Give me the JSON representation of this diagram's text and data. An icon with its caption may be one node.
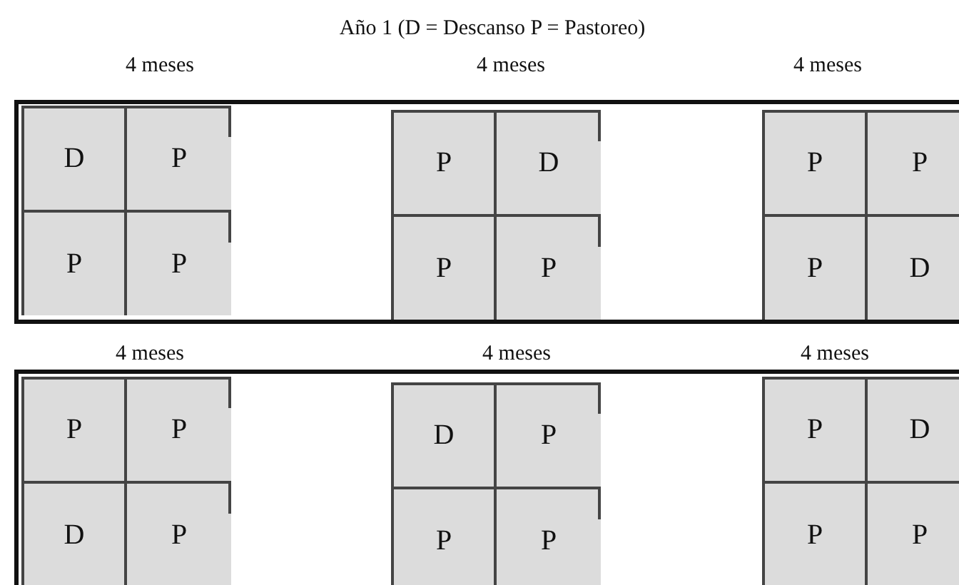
{
  "diagram": {
    "title": "Año 1 (D = Descanso P = Pastoreo)",
    "nodes": [
      {
        "text": [],
        "shape": "box"
      },
      {
        "text": [],
        "shape": "box",
        "in": 0
      },
      {
        "text": [
          "D"
        ],
        "in": 1
      },
      {
        "text": [
          "P"
        ],
        "in": 1
      },
      {
        "text": [
          "P"
        ],
        "in": 1
      },
      {
        "text": [
          "P"
        ],
        "in": 1
      },
      {
        "text": [],
        "shape": "box",
        "in": 0
      },
      {
        "text": [
          "P"
        ],
        "in": 6
      },
      {
        "text": [
          "D"
        ],
        "in": 6
      },
      {
        "text": [
          "P"
        ],
        "in": 6
      },
      {
        "text": [
          "P"
        ],
        "in": 6
      },
      {
        "text": [],
        "shape": "box",
        "in": 0
      },
      {
        "text": [
          "P"
        ],
        "in": 11
      },
      {
        "text": [
          "P"
        ],
        "in": 11
      },
      {
        "text": [
          "P"
        ],
        "in": 11
      },
      {
        "text": [
          "D"
        ],
        "in": 11
      },
      {
        "text": [],
        "shape": "box"
      },
      {
        "text": [],
        "shape": "box",
        "in": 16
      },
      {
        "text": [
          "P"
        ],
        "in": 17
      },
      {
        "text": [
          "P"
        ],
        "in": 17
      },
      {
        "text": [
          "D"
        ],
        "in": 17
      },
      {
        "text": [
          "P"
        ],
        "in": 17
      },
      {
        "text": [],
        "shape": "box",
        "in": 16
      },
      {
        "text": [
          "D"
        ],
        "in": 22
      },
      {
        "text": [
          "P"
        ],
        "in": 22
      },
      {
        "text": [
          "P"
        ],
        "in": 22
      },
      {
        "text": [
          "P"
        ],
        "in": 22
      },
      {
        "text": [],
        "shape": "box",
        "in": 16
      },
      {
        "text": [
          "P"
        ],
        "in": 27
      },
      {
        "text": [
          "D"
        ],
        "in": 27
      },
      {
        "text": [
          "P"
        ],
        "in": 27
      },
      {
        "text": [
          "P"
        ],
        "in": 27
      }
    ],
    "labels": [
      "4 meses",
      "4 meses",
      "4 meses",
      "4 meses",
      "4 meses",
      "4 meses"
    ]
  }
}
